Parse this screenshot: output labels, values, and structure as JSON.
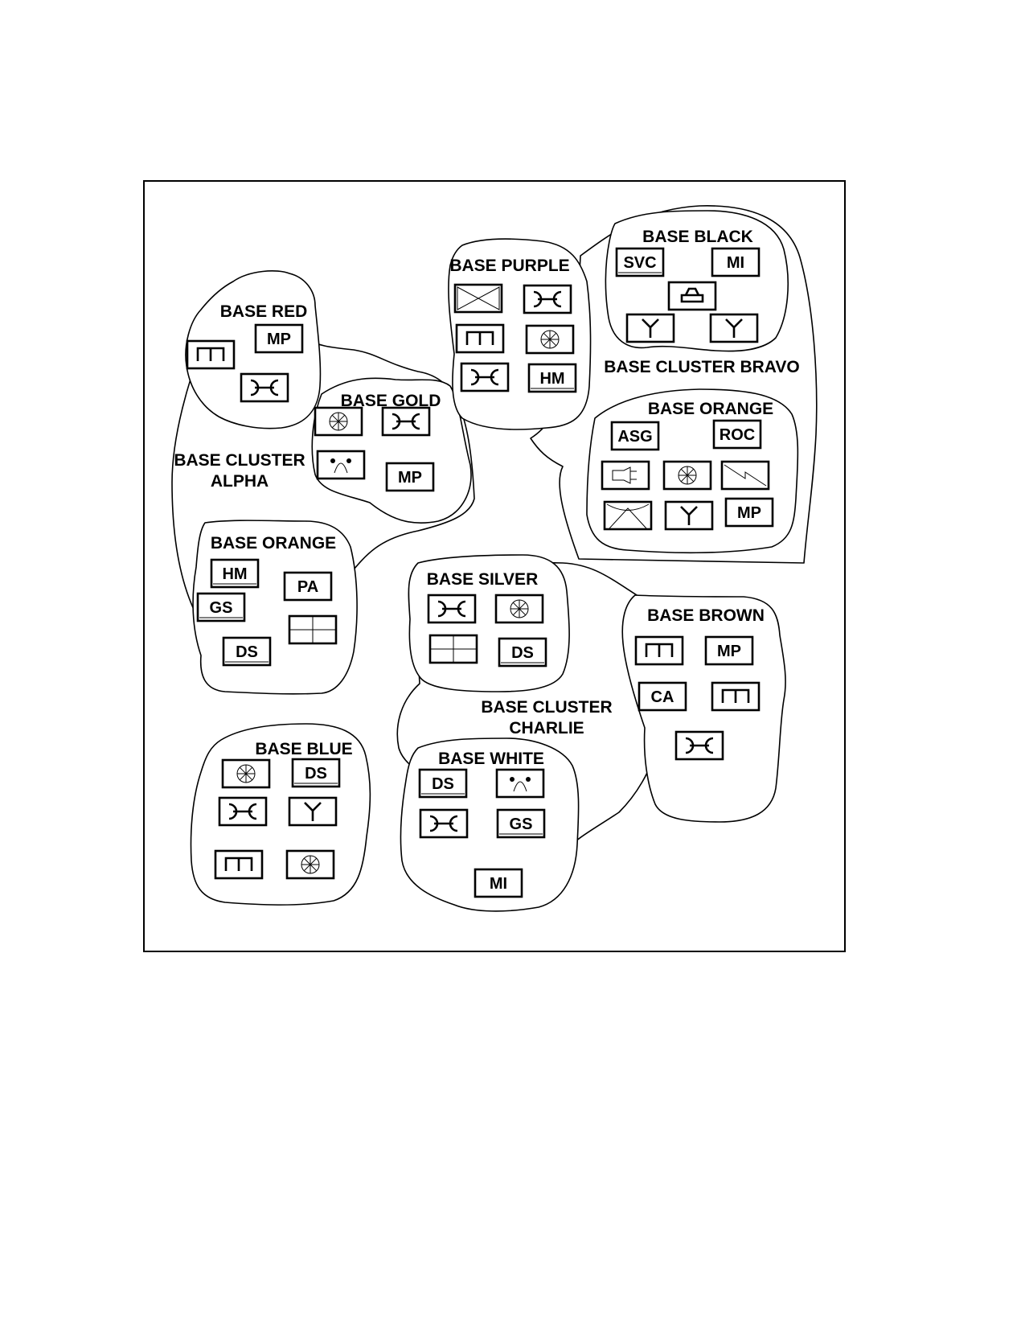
{
  "frame": {},
  "clusters": {
    "alpha": {
      "label_lines": [
        "BASE CLUSTER",
        "ALPHA"
      ]
    },
    "bravo": {
      "label_lines": [
        "BASE CLUSTER BRAVO"
      ]
    },
    "charlie": {
      "label_lines": [
        "BASE CLUSTER",
        "CHARLIE"
      ]
    }
  },
  "bases": {
    "red": {
      "label": "BASE RED",
      "units": [
        {
          "sym": "engineer"
        },
        {
          "sym": "MP"
        },
        {
          "sym": "maintenance"
        }
      ]
    },
    "gold": {
      "label": "BASE GOLD",
      "units": [
        {
          "sym": "medical"
        },
        {
          "sym": "maintenance"
        },
        {
          "sym": "chemical"
        },
        {
          "sym": "MP"
        }
      ]
    },
    "purple": {
      "label": "BASE PURPLE",
      "units": [
        {
          "sym": "hourglass"
        },
        {
          "sym": "maintenance"
        },
        {
          "sym": "engineer"
        },
        {
          "sym": "medical"
        },
        {
          "sym": "maintenance"
        },
        {
          "sym": "HM"
        }
      ]
    },
    "black": {
      "label": "BASE BLACK",
      "units": [
        {
          "sym": "SVC"
        },
        {
          "sym": "MI"
        },
        {
          "sym": "transport"
        },
        {
          "sym": "antenna"
        },
        {
          "sym": "antenna"
        }
      ]
    },
    "orange_bravo": {
      "label": "BASE ORANGE",
      "units": [
        {
          "sym": "ASG"
        },
        {
          "sym": "ROC"
        },
        {
          "sym": "plug"
        },
        {
          "sym": "medical"
        },
        {
          "sym": "signal"
        },
        {
          "sym": "airborne"
        },
        {
          "sym": "antenna"
        },
        {
          "sym": "MP"
        }
      ]
    },
    "orange_alpha": {
      "label": "BASE ORANGE",
      "units": [
        {
          "sym": "HM"
        },
        {
          "sym": "PA"
        },
        {
          "sym": "GS"
        },
        {
          "sym": "grid"
        },
        {
          "sym": "DS"
        }
      ]
    },
    "silver": {
      "label": "BASE SILVER",
      "units": [
        {
          "sym": "maintenance"
        },
        {
          "sym": "medical"
        },
        {
          "sym": "grid"
        },
        {
          "sym": "DS"
        }
      ]
    },
    "brown": {
      "label": "BASE BROWN",
      "units": [
        {
          "sym": "engineer"
        },
        {
          "sym": "MP"
        },
        {
          "sym": "CA"
        },
        {
          "sym": "engineer"
        },
        {
          "sym": "maintenance"
        }
      ]
    },
    "blue": {
      "label": "BASE BLUE",
      "units": [
        {
          "sym": "medical"
        },
        {
          "sym": "DS"
        },
        {
          "sym": "maintenance"
        },
        {
          "sym": "antenna"
        },
        {
          "sym": "engineer"
        },
        {
          "sym": "medical"
        }
      ]
    },
    "white": {
      "label": "BASE WHITE",
      "units": [
        {
          "sym": "DS"
        },
        {
          "sym": "chemical"
        },
        {
          "sym": "maintenance"
        },
        {
          "sym": "GS"
        },
        {
          "sym": "MI"
        }
      ]
    }
  }
}
